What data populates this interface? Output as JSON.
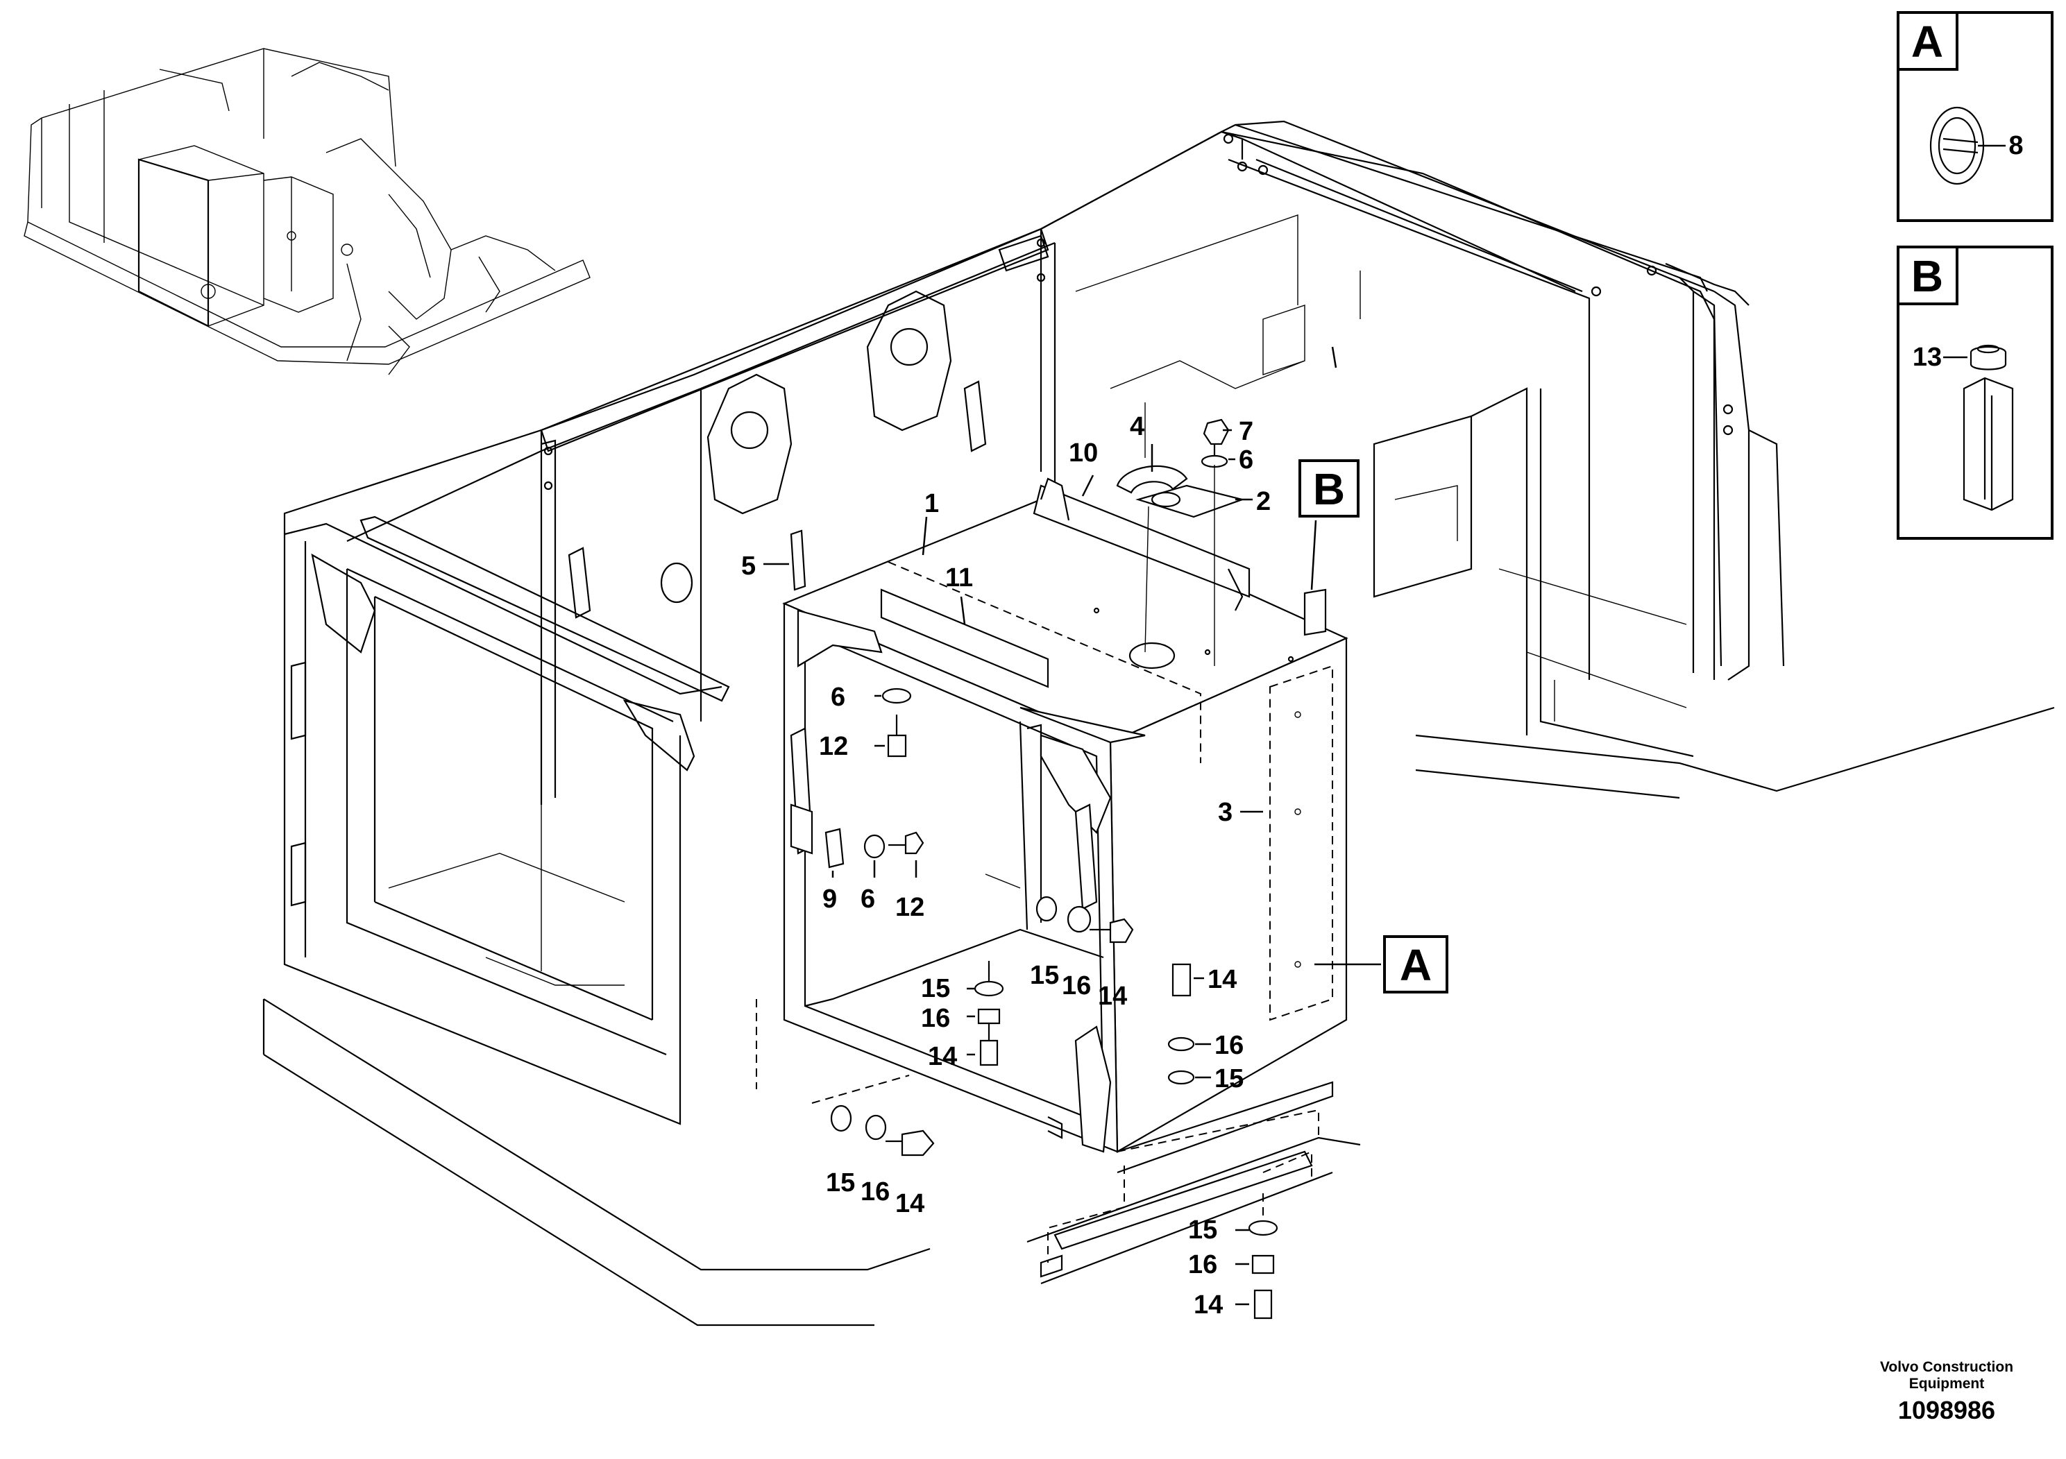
{
  "callouts": {
    "detail_a_letter": "A",
    "detail_a_part": "8",
    "detail_b_letter": "B",
    "detail_b_part": "13",
    "ref_a": "A",
    "ref_b": "B"
  },
  "parts": {
    "p1": "1",
    "p2": "2",
    "p3": "3",
    "p4": "4",
    "p5": "5",
    "p6a": "6",
    "p6b": "6",
    "p6c": "6",
    "p7": "7",
    "p9": "9",
    "p10": "10",
    "p11": "11",
    "p12a": "12",
    "p12b": "12",
    "p14a": "14",
    "p14b": "14",
    "p14c": "14",
    "p14d": "14",
    "p14e": "14",
    "p15a": "15",
    "p15b": "15",
    "p15c": "15",
    "p15d": "15",
    "p15e": "15",
    "p16a": "16",
    "p16b": "16",
    "p16c": "16",
    "p16d": "16",
    "p16e": "16"
  },
  "footer": {
    "brand_line1": "Volvo Construction",
    "brand_line2": "Equipment",
    "drawing_number": "1098986"
  }
}
